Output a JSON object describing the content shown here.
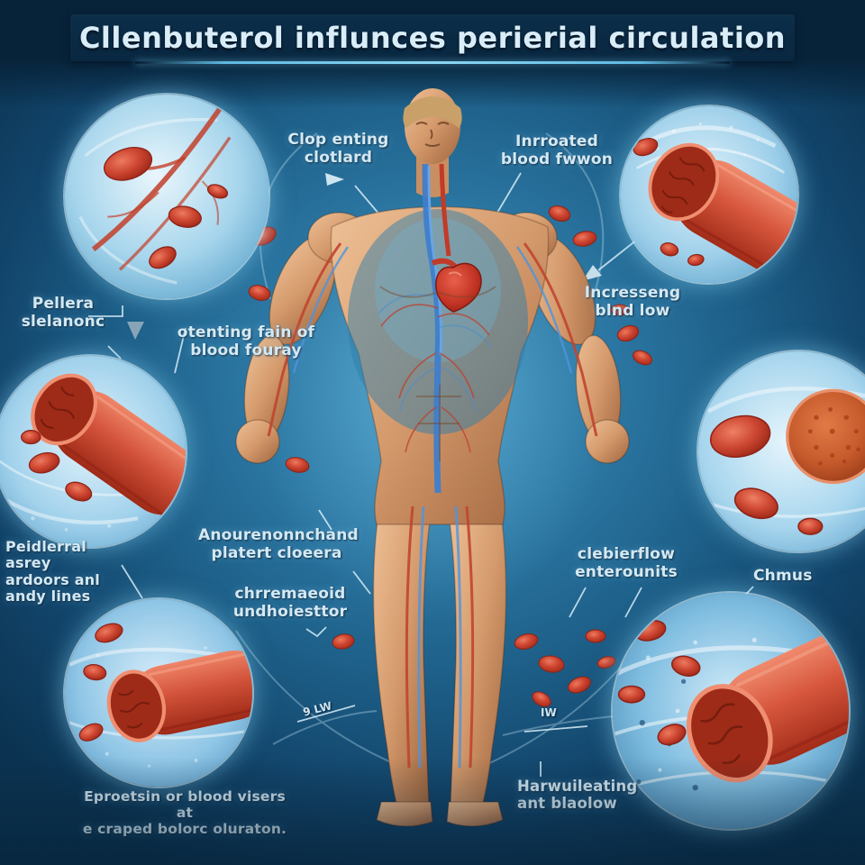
{
  "title": {
    "text": "Cllenbuterol influnces perierial circulation"
  },
  "labels": {
    "clot": {
      "line1": "Clop enting",
      "line2": "clotlard"
    },
    "inrroated": {
      "line1": "Inrroated",
      "line2": "blood fwwon"
    },
    "pellera": {
      "line1": "Pellera",
      "line2": "slelanonc"
    },
    "incresseng": {
      "line1": "Incresseng",
      "line2": "blnd low"
    },
    "otenting": {
      "line1": "otenting fain of",
      "line2": "blood fouray"
    },
    "anoure": {
      "line1": "Anourenonnchand",
      "line2": "platert cloeera"
    },
    "chrrem": {
      "line1": "chrremaeoid",
      "line2": "undhoiesttor"
    },
    "peid": {
      "line1": "Peidlerral asrey",
      "line2": "ardoors anl",
      "line3": "andy lines"
    },
    "clebier": {
      "line1": "clebierflow",
      "line2": "enterounits"
    },
    "chmus": {
      "line1": "Chmus"
    },
    "eproetsin": {
      "line1": "Eproetsin or blood visers at",
      "line2": "e craped bolorc oluraton."
    },
    "harwu": {
      "line1": "Harwuileating",
      "line2": "ant blaolow"
    }
  },
  "marks": {
    "left": {
      "text": "9 LW"
    },
    "right": {
      "text": "IW"
    }
  },
  "insets": {
    "top_left": {
      "name": "red-blood-cells-and-capillaries"
    },
    "top_right": {
      "name": "arterial-vessel-cross-section"
    },
    "mid_left": {
      "name": "vessel-tube-with-cells"
    },
    "mid_right": {
      "name": "large-red-cells-and-vessel-end"
    },
    "bottom_left": {
      "name": "vessel-tube-with-flow"
    },
    "bottom_right": {
      "name": "vessel-tube-in-bloodstream"
    }
  },
  "icons": {
    "down_arrow": "triangle-down",
    "flow_arrow": "triangle-right",
    "down_left_arrow": "triangle-down-left"
  },
  "colors": {
    "background_center": "#3f90ba",
    "background_edge": "#0b3351",
    "title_band": "#0c2e49",
    "title_text": "#d8edf8",
    "underline": "#5fb9e2",
    "label_text": "#d3e9f4",
    "cell_red": "#c23a28",
    "vessel_red": "#c8422c",
    "inset_blue": "#a6d5ec",
    "arrow_grey": "#93adbc"
  }
}
